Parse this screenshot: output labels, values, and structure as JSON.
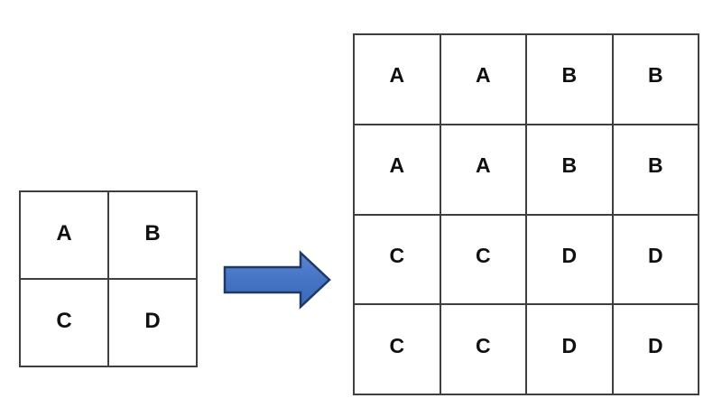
{
  "diagram": {
    "title": "",
    "background_color": "#FFFFFF",
    "grid_line_color": "#3F3F3F",
    "label_color": "#101010",
    "arrow": {
      "icon": "right-block-arrow-icon",
      "direction": "right",
      "fill_color": "#4472C4",
      "fill_color_light": "#5B86D0",
      "stroke_color": "#1F3864"
    },
    "source_grid": {
      "name": "source-grid",
      "rows": 2,
      "cols": 2,
      "cells": [
        [
          "A",
          "B"
        ],
        [
          "C",
          "D"
        ]
      ],
      "flat_cells": [
        "A",
        "B",
        "C",
        "D"
      ]
    },
    "result_grid": {
      "name": "result-grid",
      "rows": 4,
      "cols": 4,
      "cells": [
        [
          "A",
          "A",
          "B",
          "B"
        ],
        [
          "A",
          "A",
          "B",
          "B"
        ],
        [
          "C",
          "C",
          "D",
          "D"
        ],
        [
          "C",
          "C",
          "D",
          "D"
        ]
      ],
      "flat_cells": [
        "A",
        "A",
        "B",
        "B",
        "A",
        "A",
        "B",
        "B",
        "C",
        "C",
        "D",
        "D",
        "C",
        "C",
        "D",
        "D"
      ]
    }
  }
}
